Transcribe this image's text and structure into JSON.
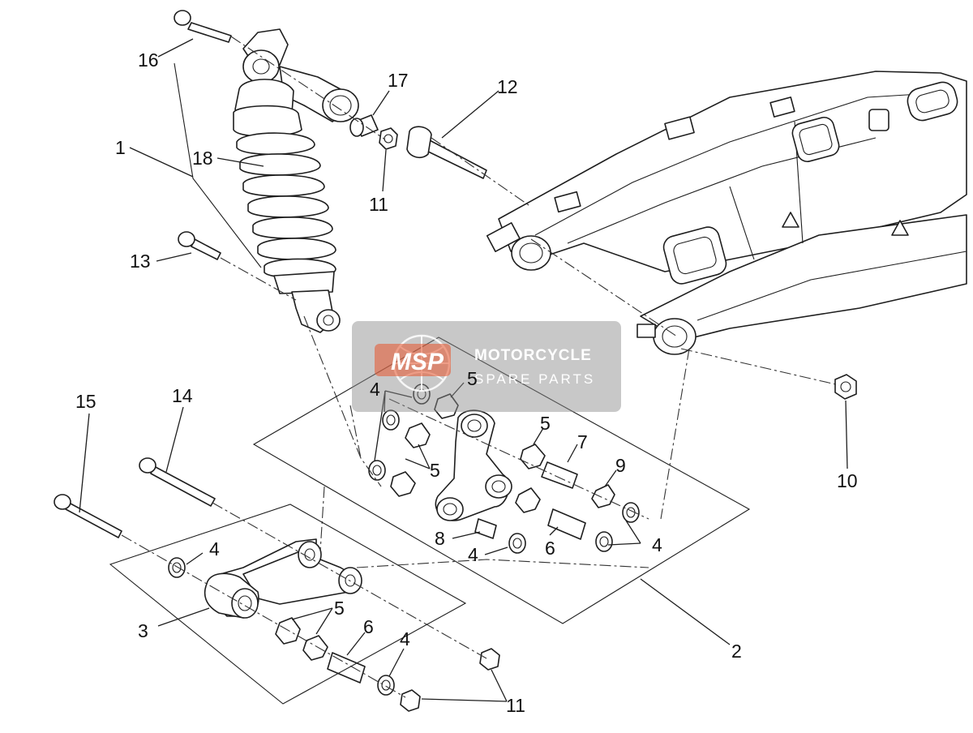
{
  "watermark": {
    "logo_text": "MSP",
    "line1": "MOTORCYCLE",
    "line2": "SPARE PARTS",
    "logo_color": "#e8542c"
  },
  "callouts": [
    {
      "label": "1"
    },
    {
      "label": "2"
    },
    {
      "label": "3"
    },
    {
      "label": "4"
    },
    {
      "label": "5"
    },
    {
      "label": "6"
    },
    {
      "label": "7"
    },
    {
      "label": "8"
    },
    {
      "label": "9"
    },
    {
      "label": "10"
    },
    {
      "label": "11"
    },
    {
      "label": "12"
    },
    {
      "label": "13"
    },
    {
      "label": "14"
    },
    {
      "label": "15"
    },
    {
      "label": "16"
    },
    {
      "label": "17"
    },
    {
      "label": "18"
    }
  ]
}
